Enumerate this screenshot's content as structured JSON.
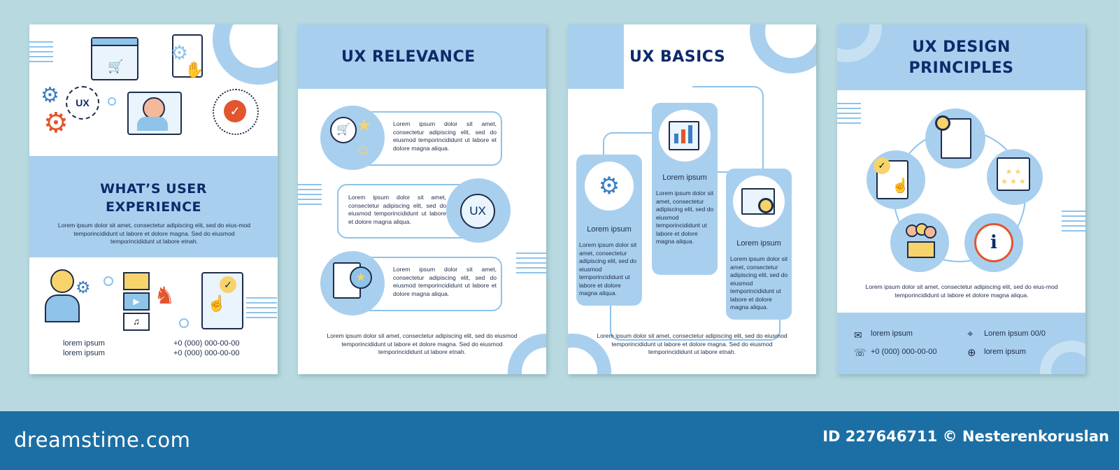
{
  "page1": {
    "title_line1": "WHAT’S USER",
    "title_line2": "EXPERIENCE",
    "body": "Lorem ipsum dolor sit amet, consectetur adipiscing elit, sed do eius-mod temporincididunt ut labore et dolore magna. Sed do eiusmod temporincididunt ut labore etnah.",
    "ux_label": "UX",
    "contact_left_1": "lorem ipsum",
    "contact_left_2": "lorem ipsum",
    "contact_right_1": "+0 (000) 000-00-00",
    "contact_right_2": "+0 (000) 000-00-00"
  },
  "page2": {
    "title": "UX RELEVANCE",
    "item1": "Lorem ipsum dolor sit amet, consectetur adipiscing elit, sed do eiusmod temporincididunt ut labore et dolore magna aliqua.",
    "item2": "Lorem ipsum dolor sit amet, consectetur adipiscing elit, sed do eiusmod temporincididunt ut labore et dolore magna aliqua.",
    "item3": "Lorem ipsum dolor sit amet, consectetur adipiscing elit, sed do eiusmod temporincididunt ut labore et dolore magna aliqua.",
    "ux_label": "UX",
    "footer_text": "Lorem ipsum dolor sit amet, consectetur adipiscing elit, sed do eiusmod temporincididunt ut labore et dolore magna. Sed do eiusmod temporincididunt ut labore etnah."
  },
  "page3": {
    "title": "UX BASICS",
    "card1_title": "Lorem ipsum",
    "card1_body": "Lorem ipsum dolor sit amet, consectetur adipiscing elit, sed do eiusmod temporincididunt ut labore et dolore magna aliqua.",
    "card2_title": "Lorem ipsum",
    "card2_body": "Lorem ipsum dolor sit amet, consectetur adipiscing elit, sed do eiusmod temporincididunt ut labore et dolore magna aliqua.",
    "card3_title": "Lorem ipsum",
    "card3_body": "Lorem ipsum dolor sit amet, consectetur adipiscing elit, sed do eiusmod temporincididunt ut labore et dolore magna aliqua.",
    "footer_text": "Lorem ipsum dolor sit amet, consectetur adipiscing elit, sed do eiusmod temporincididunt ut labore et dolore magna. Sed do eiusmod temporincididunt ut labore etnah."
  },
  "page4": {
    "title_line1": "UX DESIGN",
    "title_line2": "PRINCIPLES",
    "body": "Lorem ipsum dolor sit amet, consectetur adipiscing elit, sed do eius-mod temporincididunt ut labore et dolore magna aliqua.",
    "contact_mail": "lorem ipsum",
    "contact_phone": "+0 (000) 000-00-00",
    "contact_location": "Lorem ipsum 00/0",
    "contact_web": "lorem ipsum"
  },
  "footer": {
    "brand": "dreamstime.com",
    "credit": "ID 227646711 © Nesterenkoruslan"
  },
  "colors": {
    "background": "#b7d9df",
    "accent_light": "#a9cfee",
    "navy": "#0d2a6b",
    "footer_bar": "#1c6fa4"
  }
}
